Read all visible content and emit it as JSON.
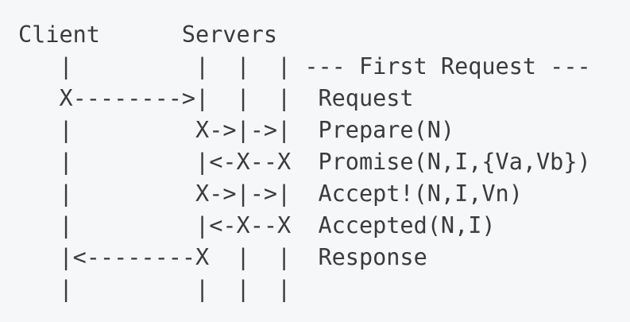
{
  "colors": {
    "background": "#f6f7f8",
    "text": "#3a3b3d"
  },
  "diagram": {
    "actors": {
      "client": "Client",
      "servers": "Servers"
    },
    "phase_label": "--- First Request ---",
    "messages": [
      "Request",
      "Prepare(N)",
      "Promise(N,I,{Va,Vb})",
      "Accept!(N,I,Vn)",
      "Accepted(N,I)",
      "Response"
    ],
    "lines": [
      "Client      Servers",
      "   |         |  |  | --- First Request ---",
      "   X-------->|  |  |  Request",
      "   |         X->|->|  Prepare(N)",
      "   |         |<-X--X  Promise(N,I,{Va,Vb})",
      "   |         X->|->|  Accept!(N,I,Vn)",
      "   |         |<-X--X  Accepted(N,I)",
      "   |<--------X  |  |  Response",
      "   |         |  |  |"
    ]
  }
}
